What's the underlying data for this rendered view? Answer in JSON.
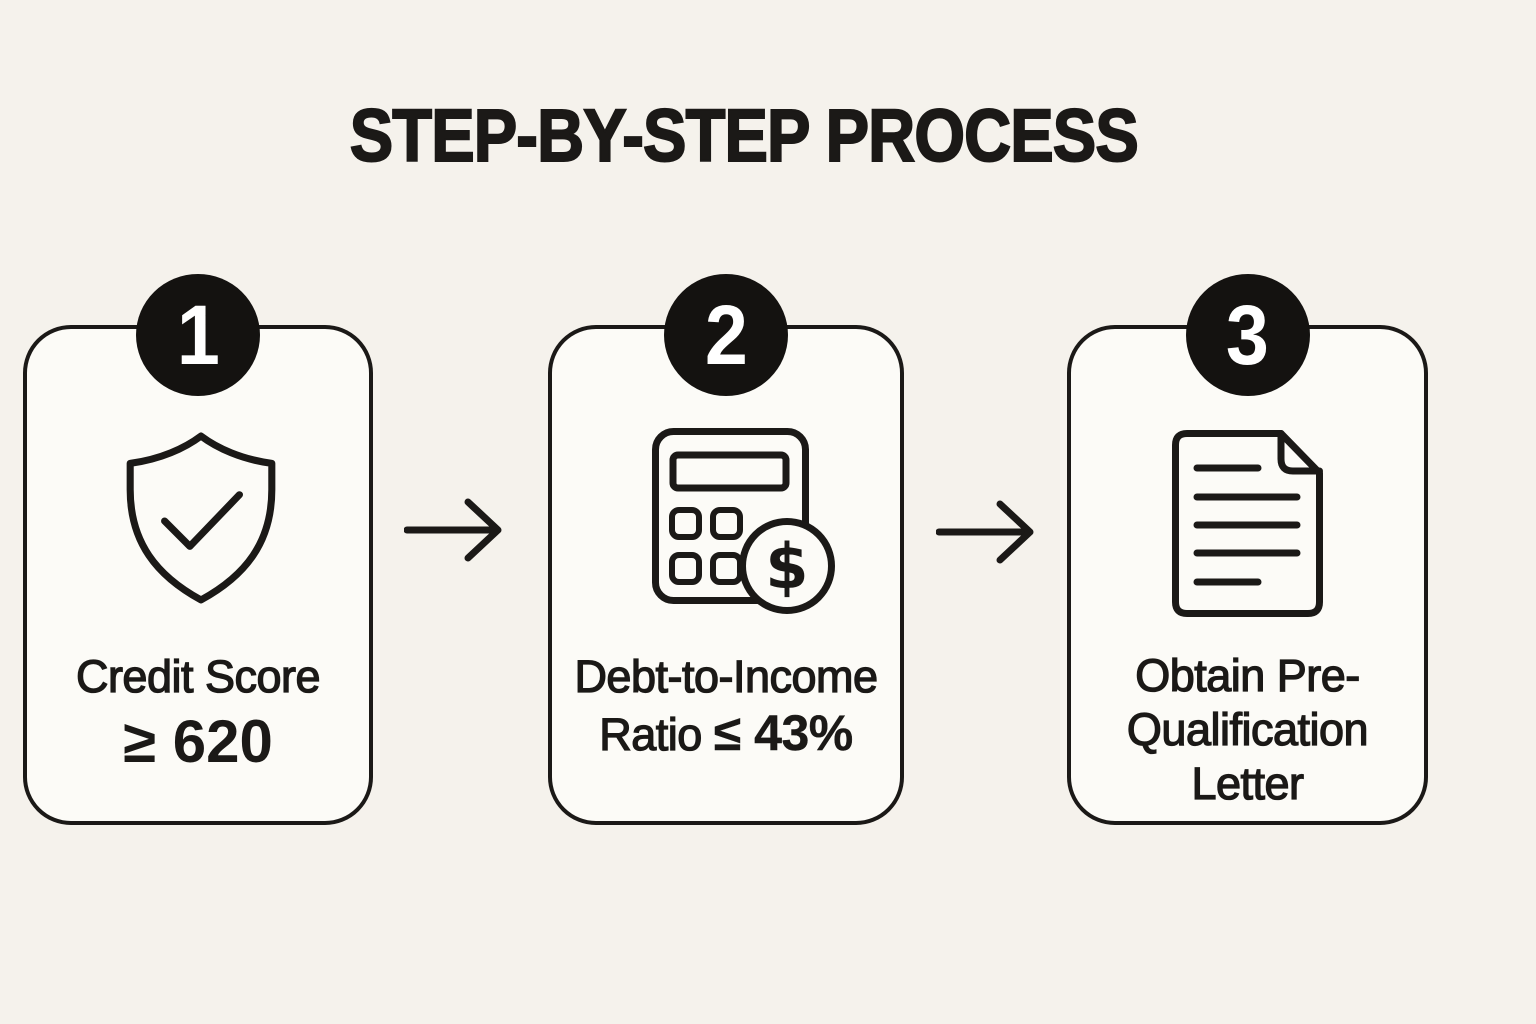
{
  "title": "STEP-BY-STEP PROCESS",
  "colors": {
    "background": "#F5F2EC",
    "card_background": "#FCFBF7",
    "ink": "#1B1917",
    "badge_background": "#141210",
    "badge_text": "#FFFFFF"
  },
  "steps": [
    {
      "number": "1",
      "icon": "shield-check-icon",
      "label_line1": "Credit Score",
      "label_line2": "≥ 620"
    },
    {
      "number": "2",
      "icon": "calculator-dollar-icon",
      "label_line1": "Debt-to-Income",
      "label_line2_regular": "Ratio ",
      "label_line2_bold": "≤ 43%"
    },
    {
      "number": "3",
      "icon": "document-lines-icon",
      "label_line1": "Obtain Pre-",
      "label_line2": "Qualification",
      "label_line3": "Letter"
    }
  ],
  "connectors": [
    {
      "icon": "arrow-right-icon"
    },
    {
      "icon": "arrow-right-icon"
    }
  ],
  "calculator_currency_symbol": "$"
}
